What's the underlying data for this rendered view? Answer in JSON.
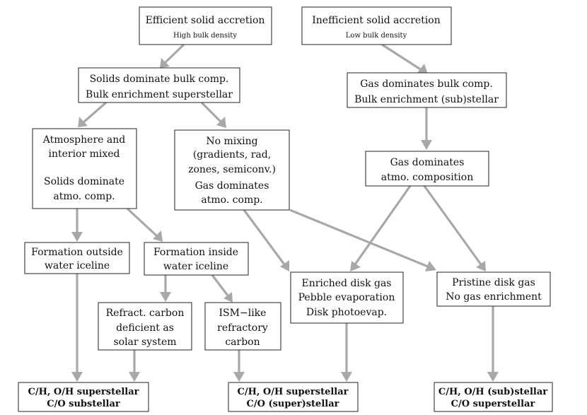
{
  "boxes": {
    "efficient": {
      "lines": [
        "Efficient solid accretion",
        "High bulk density"
      ]
    },
    "inefficient": {
      "lines": [
        "Inefficient solid accretion",
        "Low bulk density"
      ]
    },
    "solids_bulk": {
      "lines": [
        "Solids dominate bulk comp.",
        "Bulk enrichment superstellar"
      ]
    },
    "gas_bulk": {
      "lines": [
        "Gas dominates bulk comp.",
        "Bulk enrichment (sub)stellar"
      ]
    },
    "atmo_mixed": {
      "lines": [
        "Atmosphere and",
        "interior mixed",
        "",
        "Solids dominate",
        "atmo. comp."
      ]
    },
    "no_mixing": {
      "lines": [
        "No mixing",
        "(gradients, rad,",
        "zones, semiconv.)",
        "Gas dominates",
        "atmo. comp."
      ]
    },
    "gas_atmo": {
      "lines": [
        "Gas dominates",
        "atmo. composition"
      ]
    },
    "outside_ice": {
      "lines": [
        "Formation outside",
        "water iceline"
      ]
    },
    "inside_ice": {
      "lines": [
        "Formation inside",
        "water iceline"
      ]
    },
    "enriched_gas": {
      "lines": [
        "Enriched disk gas",
        "Pebble evaporation",
        "Disk photoevap."
      ]
    },
    "pristine_gas": {
      "lines": [
        "Pristine disk gas",
        "No gas enrichment"
      ]
    },
    "refract_carbon": {
      "lines": [
        "Refract. carbon",
        "deficient as",
        "solar system"
      ]
    },
    "ism_carbon": {
      "lines": [
        "ISM−like",
        "refractory",
        "carbon"
      ]
    },
    "result_left": {
      "lines": [
        "C/H, O/H superstellar",
        "C/O substellar"
      ]
    },
    "result_mid": {
      "lines": [
        "C/H, O/H superstellar",
        "C/O (super)stellar"
      ]
    },
    "result_right": {
      "lines": [
        "C/H, O/H (sub)stellar",
        "C/O superstellar"
      ]
    }
  }
}
